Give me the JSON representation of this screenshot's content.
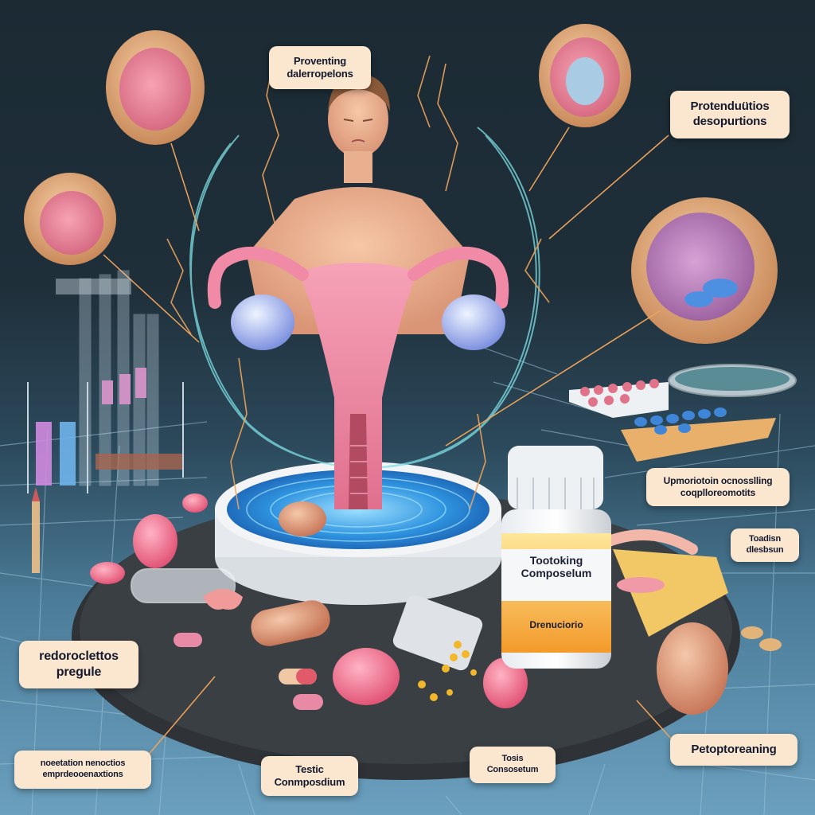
{
  "illustration": {
    "subject": "reproductive-anatomy-infographic",
    "colors": {
      "background_top": "#1b2a33",
      "background_bottom": "#6a9fbd",
      "label_fill": "#fbe6cf",
      "label_text": "#141a2e",
      "organ_pink": "#f08aa6",
      "ovary_blue": "#b9cdf5",
      "energy_cyan": "#7fe0e6",
      "nerve_orange": "#f0a45a",
      "platform_dark": "#33373b",
      "pool_blue": "#3aa2e6",
      "bottle_orange": "#f5b23d"
    }
  },
  "labels": {
    "top_center": {
      "line1": "Proventing",
      "line2": "dalerropelons"
    },
    "top_right": {
      "line1": "Protenduütios",
      "line2": "desopurtions"
    },
    "mid_right": {
      "line1": "Upmoriotoin ocnosslling",
      "line2": "coqplloreomotits"
    },
    "right_small": {
      "line1": "Toadisn",
      "line2": "dlesbsun"
    },
    "left_middle": {
      "line1": "redoroclettos",
      "line2": "pregule"
    },
    "bottom_left": {
      "line1": "noeetation nenoctios",
      "line2": "emprdeooenaxtions"
    },
    "bottom_center": {
      "line1": "Testic",
      "line2": "Conmposdium"
    },
    "bottom_center_right": {
      "line1": "Tosis",
      "line2": "Consosetum"
    },
    "bottom_right": {
      "line1": "Petoptoreaning"
    }
  },
  "bottle": {
    "line1": "Tootoking",
    "line2": "Composelum",
    "line3": "Drenuciorio"
  },
  "insets": [
    {
      "name": "brain-tissue-inset-top-left"
    },
    {
      "name": "ovum-inset-top-right"
    },
    {
      "name": "uterine-tissue-inset-left"
    },
    {
      "name": "brain-pills-inset-right"
    }
  ]
}
